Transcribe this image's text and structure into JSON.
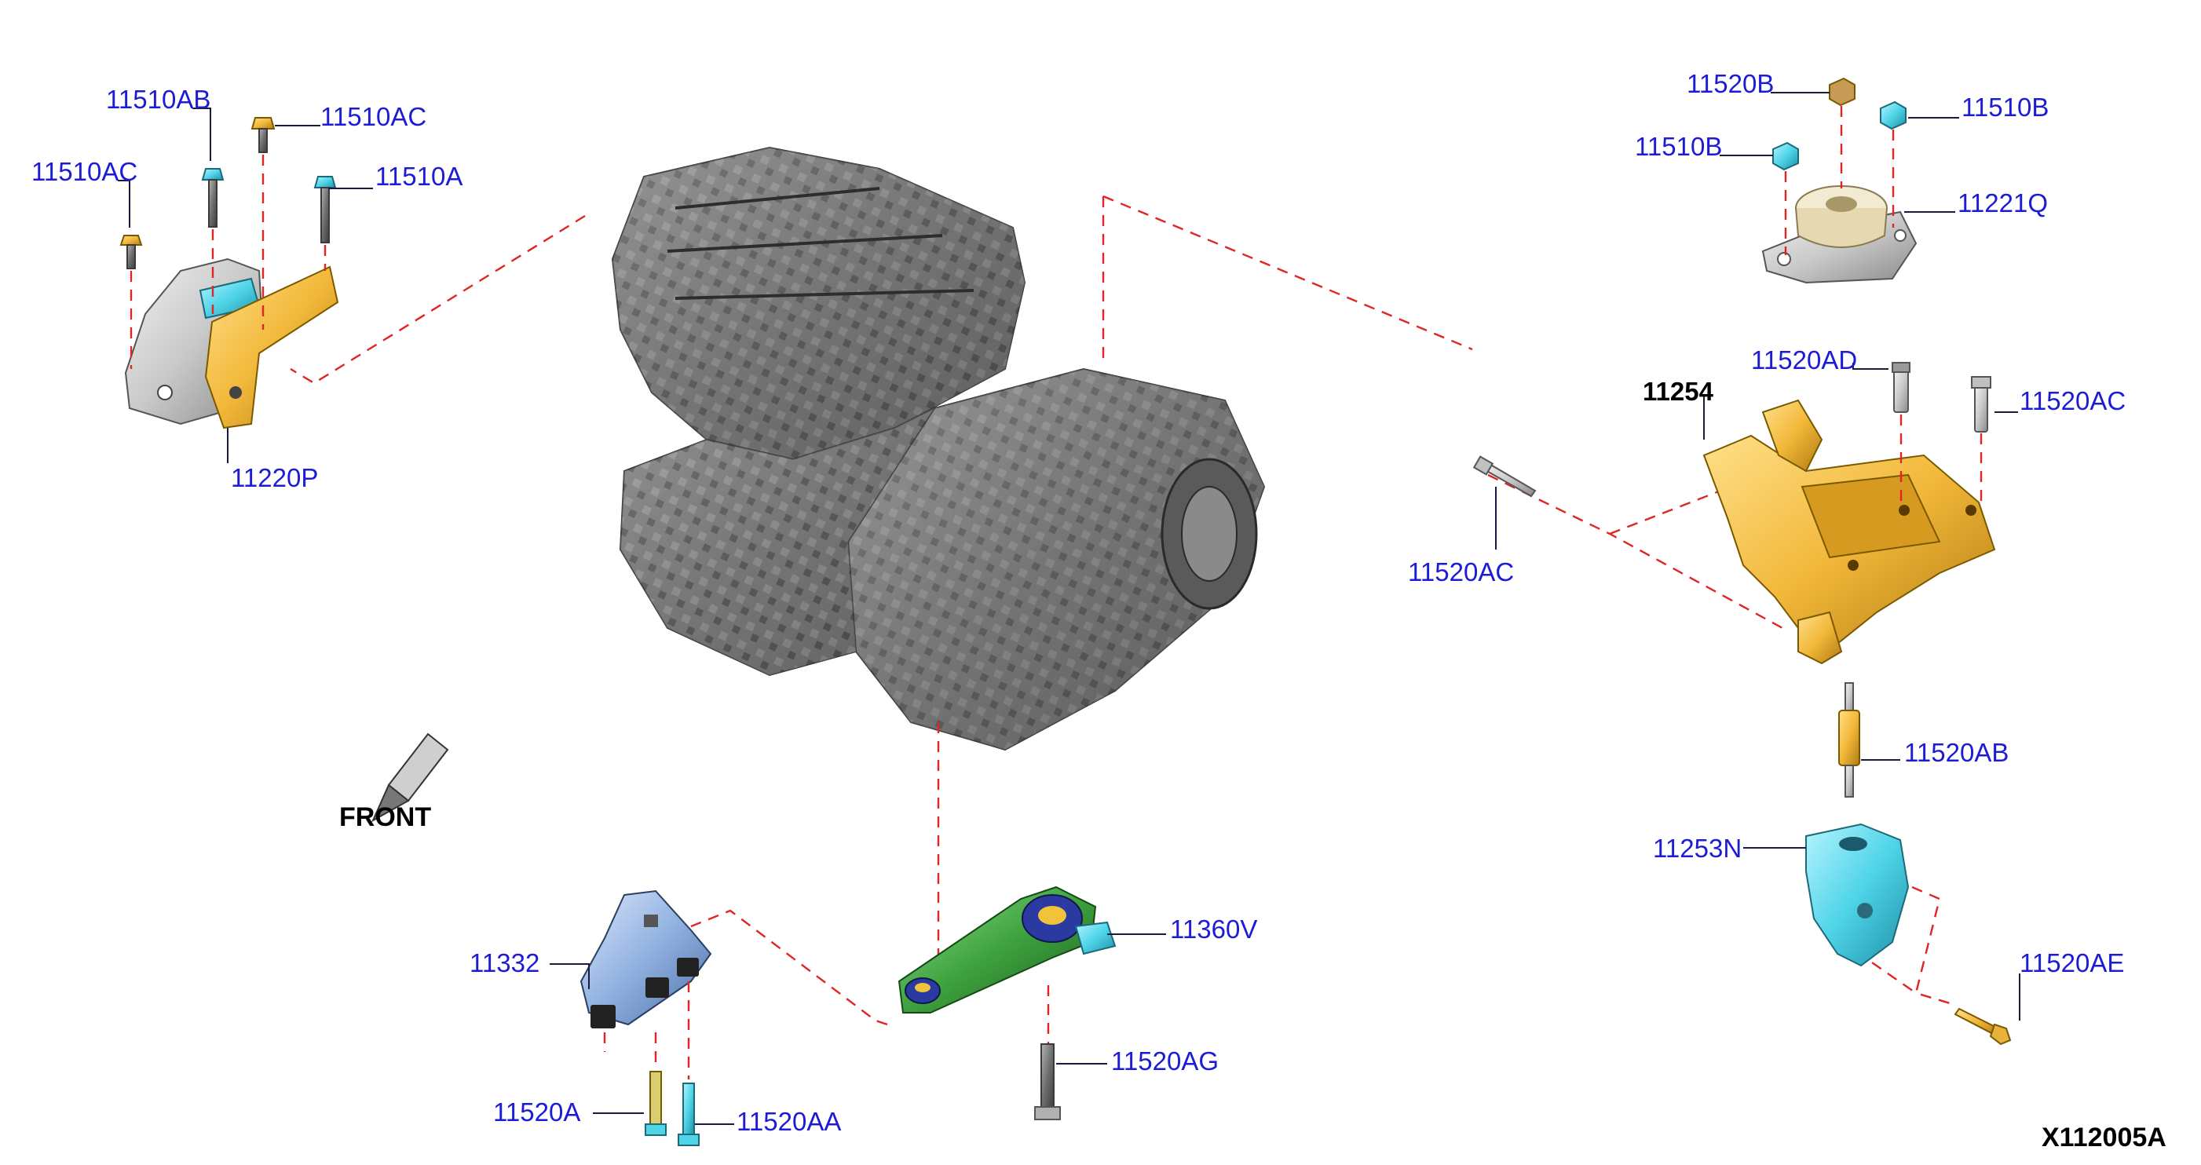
{
  "diagram": {
    "id_code": "X112005A",
    "front_label": "FRONT",
    "colors": {
      "callout_text": "#1c1cd6",
      "leader": "#1a1a40",
      "dashed_link": "#e02525",
      "part_gold": "#f2b83a",
      "part_cyan": "#4fd4e8",
      "part_green": "#3ea23e",
      "part_blue": "#8fb0e0",
      "engine": "#6e6e6e"
    },
    "callouts": {
      "c01": "11510AB",
      "c02": "11510AC",
      "c03": "11510AC",
      "c04": "11510A",
      "c05": "11220P",
      "c06": "11520B",
      "c07": "11510B",
      "c08": "11510B",
      "c09": "11221Q",
      "c10": "11520AD",
      "c11": "11254",
      "c12": "11520AC",
      "c13": "11520AC",
      "c14": "11520AB",
      "c15": "11253N",
      "c16": "11520AE",
      "c17": "11332",
      "c18": "11520A",
      "c19": "11520AA",
      "c20": "11360V",
      "c21": "11520AG"
    }
  }
}
